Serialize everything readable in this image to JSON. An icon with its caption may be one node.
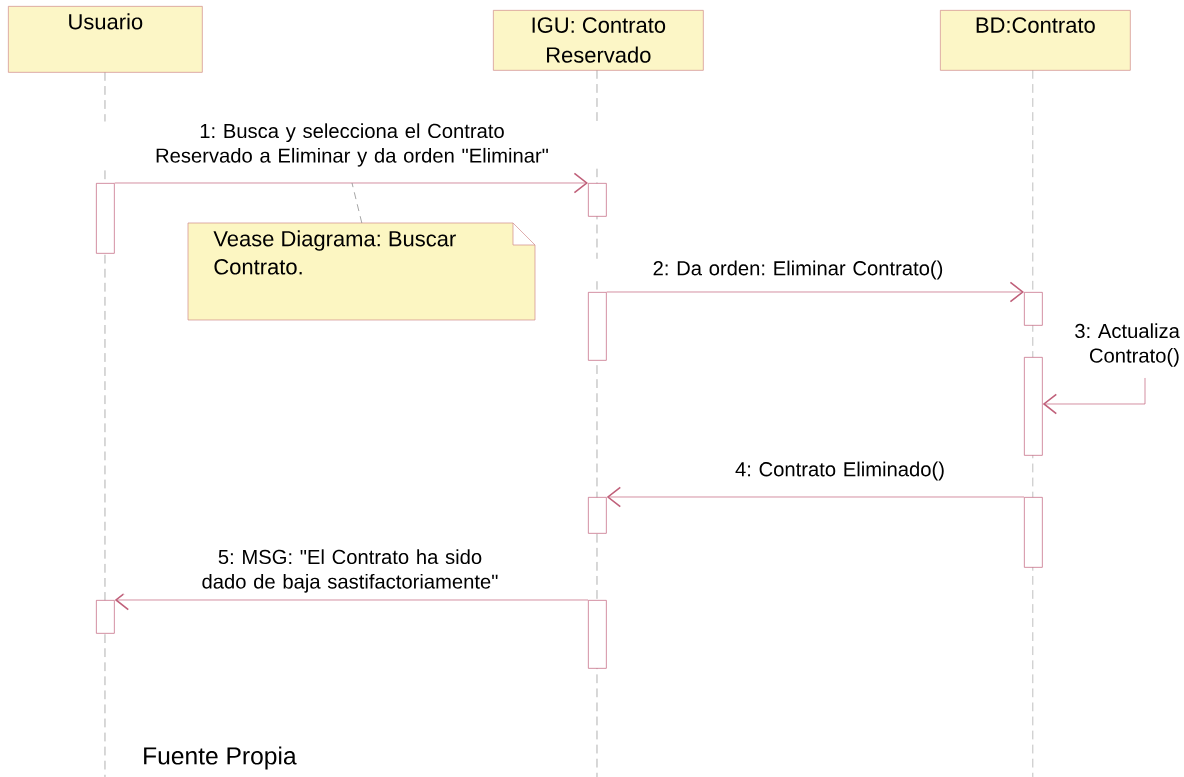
{
  "diagram": {
    "nodes": [
      {
        "text": [
          "Usuario"
        ]
      },
      {
        "text": [
          "IGU: Contrato Reservado"
        ]
      },
      {
        "text": [
          "BD:Contrato"
        ]
      },
      {
        "text": [],
        "shape": "bar"
      },
      {
        "text": [],
        "shape": "bar"
      },
      {
        "text": [
          "Vease Diagrama: Buscar Contrato."
        ]
      },
      {
        "text": [],
        "shape": "bar"
      },
      {
        "text": [],
        "shape": "bar"
      },
      {
        "text": [],
        "shape": "bar"
      },
      {
        "text": [],
        "shape": "bar"
      },
      {
        "text": [],
        "shape": "bar"
      },
      {
        "text": [],
        "shape": "bar"
      },
      {
        "text": [],
        "shape": "bar"
      }
    ],
    "edges": [
      {
        "from": 3,
        "to": 4,
        "arrow": "to",
        "label": "1: Busca y selecciona el Contrato Reservado a  Eliminar  y da orden  \"Eliminar\""
      },
      {
        "from": 5,
        "to": null,
        "arrow": "none",
        "style": "dashed",
        "color": "#808080"
      },
      {
        "from": 6,
        "to": 7,
        "arrow": "to",
        "label": "2: Da orden: Eliminar Contrato()"
      },
      {
        "from": null,
        "to": 8,
        "arrow": "to",
        "label": "3:  Actualiza Contrato()"
      },
      {
        "from": 10,
        "to": 9,
        "arrow": "to",
        "label": "4:  Contrato Eliminado()"
      },
      {
        "from": 12,
        "to": 11,
        "arrow": "to",
        "label": "5: MSG: \"El Contrato ha sido dado de baja sastifactoriamente\""
      }
    ],
    "labels": [
      "Fuente Propia"
    ]
  }
}
